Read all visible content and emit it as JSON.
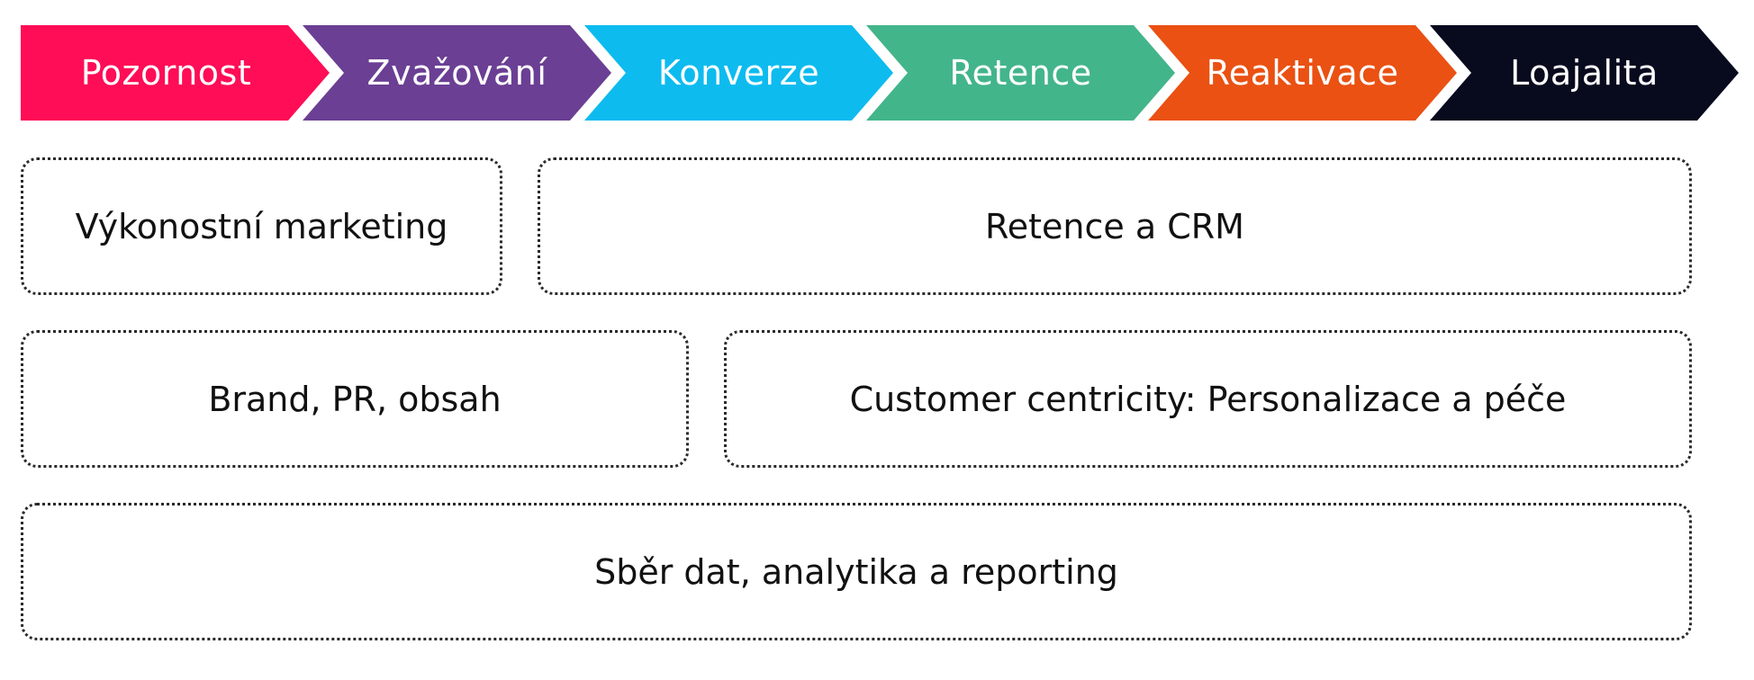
{
  "stages": [
    {
      "label": "Pozornost",
      "color": "#FF0D57"
    },
    {
      "label": "Zvažování",
      "color": "#6B3F94"
    },
    {
      "label": "Konverze",
      "color": "#0DBBEF"
    },
    {
      "label": "Retence",
      "color": "#43B58A"
    },
    {
      "label": "Reaktivace",
      "color": "#EA5113"
    },
    {
      "label": "Loajalita",
      "color": "#080A1E"
    }
  ],
  "boxes": {
    "performance": "Výkonostní marketing",
    "retention_crm": "Retence a CRM",
    "brand_pr": "Brand, PR, obsah",
    "customer_centricity": "Customer centricity: Personalizace a péče",
    "data_analytics": "Sběr dat, analytika a reporting"
  }
}
